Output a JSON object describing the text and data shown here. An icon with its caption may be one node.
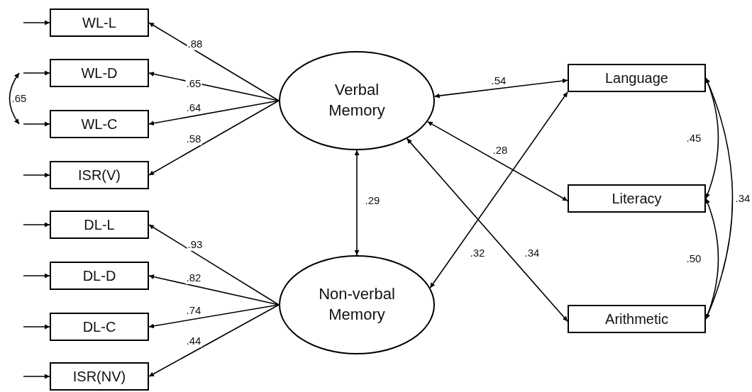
{
  "diagram": {
    "nodes": [
      {
        "text": [
          "WL-L"
        ]
      },
      {
        "text": [
          "WL-D"
        ]
      },
      {
        "text": [
          "WL-C"
        ]
      },
      {
        "text": [
          "ISR(V)"
        ]
      },
      {
        "text": [
          "DL-L"
        ]
      },
      {
        "text": [
          "DL-D"
        ]
      },
      {
        "text": [
          "DL-C"
        ]
      },
      {
        "text": [
          "ISR(NV)"
        ]
      },
      {
        "text": [
          "Verbal Memory"
        ]
      },
      {
        "text": [
          "Non-verbal Memory"
        ]
      },
      {
        "text": [
          "Language"
        ]
      },
      {
        "text": [
          "Literacy"
        ]
      },
      {
        "text": [
          "Arithmetic"
        ]
      }
    ],
    "edges": [
      {
        "from": null,
        "to": 0,
        "arrow": "to"
      },
      {
        "from": null,
        "to": 1,
        "arrow": "to"
      },
      {
        "from": null,
        "to": 2,
        "arrow": "to"
      },
      {
        "from": null,
        "to": 3,
        "arrow": "to"
      },
      {
        "from": null,
        "to": 4,
        "arrow": "to"
      },
      {
        "from": null,
        "to": 5,
        "arrow": "to"
      },
      {
        "from": null,
        "to": 6,
        "arrow": "to"
      },
      {
        "from": null,
        "to": 7,
        "arrow": "to"
      },
      {
        "from": 8,
        "to": 0,
        "arrow": "to",
        "label": ".88"
      },
      {
        "from": 8,
        "to": 1,
        "arrow": "to",
        "label": ".65"
      },
      {
        "from": 8,
        "to": 2,
        "arrow": "to",
        "label": ".64"
      },
      {
        "from": 8,
        "to": 3,
        "arrow": "to",
        "label": ".58"
      },
      {
        "from": 9,
        "to": 4,
        "arrow": "to",
        "label": ".93"
      },
      {
        "from": 9,
        "to": 5,
        "arrow": "to",
        "label": ".82"
      },
      {
        "from": 9,
        "to": 6,
        "arrow": "to",
        "label": ".74"
      },
      {
        "from": 9,
        "to": 7,
        "arrow": "to",
        "label": ".44"
      },
      {
        "from": 1,
        "to": 2,
        "arrow": "both",
        "label": ".65"
      },
      {
        "from": 8,
        "to": 9,
        "arrow": "both",
        "label": ".29"
      },
      {
        "from": 8,
        "to": 10,
        "arrow": "both",
        "label": ".54"
      },
      {
        "from": 8,
        "to": 11,
        "arrow": "both",
        "label": ".28"
      },
      {
        "from": 8,
        "to": 12,
        "arrow": "both",
        "label": ".34"
      },
      {
        "from": 9,
        "to": 10,
        "arrow": "both",
        "label": ".32"
      },
      {
        "from": 10,
        "to": 11,
        "arrow": "both",
        "label": ".45"
      },
      {
        "from": 11,
        "to": 12,
        "arrow": "both",
        "label": ".50"
      },
      {
        "from": 10,
        "to": 12,
        "arrow": "both",
        "label": ".34"
      }
    ]
  }
}
